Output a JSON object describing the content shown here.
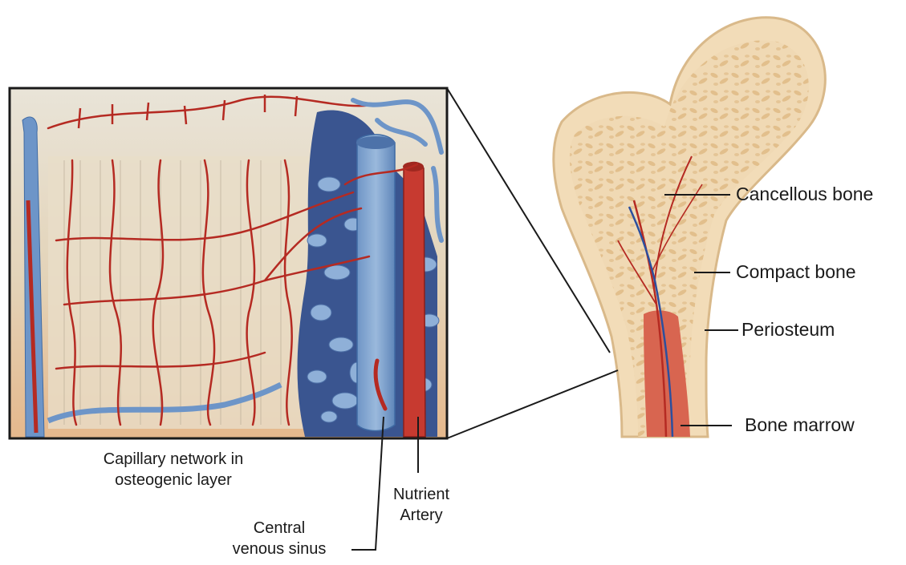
{
  "labels": {
    "cancellous_bone": "Cancellous bone",
    "compact_bone": "Compact bone",
    "periosteum": "Periosteum",
    "bone_marrow": "Bone marrow",
    "capillary_network_line1": "Capillary network in",
    "capillary_network_line2": "osteogenic layer",
    "nutrient_artery_line1": "Nutrient",
    "nutrient_artery_line2": "Artery",
    "central_venous_sinus_line1": "Central",
    "central_venous_sinus_line2": "venous sinus"
  },
  "colors": {
    "bone_outer": "#f2dcb8",
    "bone_inner": "#e7c89a",
    "bone_outline": "#d9b98a",
    "marrow": "#d86550",
    "artery": "#b52a22",
    "vein": "#4d89c8",
    "leader_line": "#1a1a1a"
  }
}
